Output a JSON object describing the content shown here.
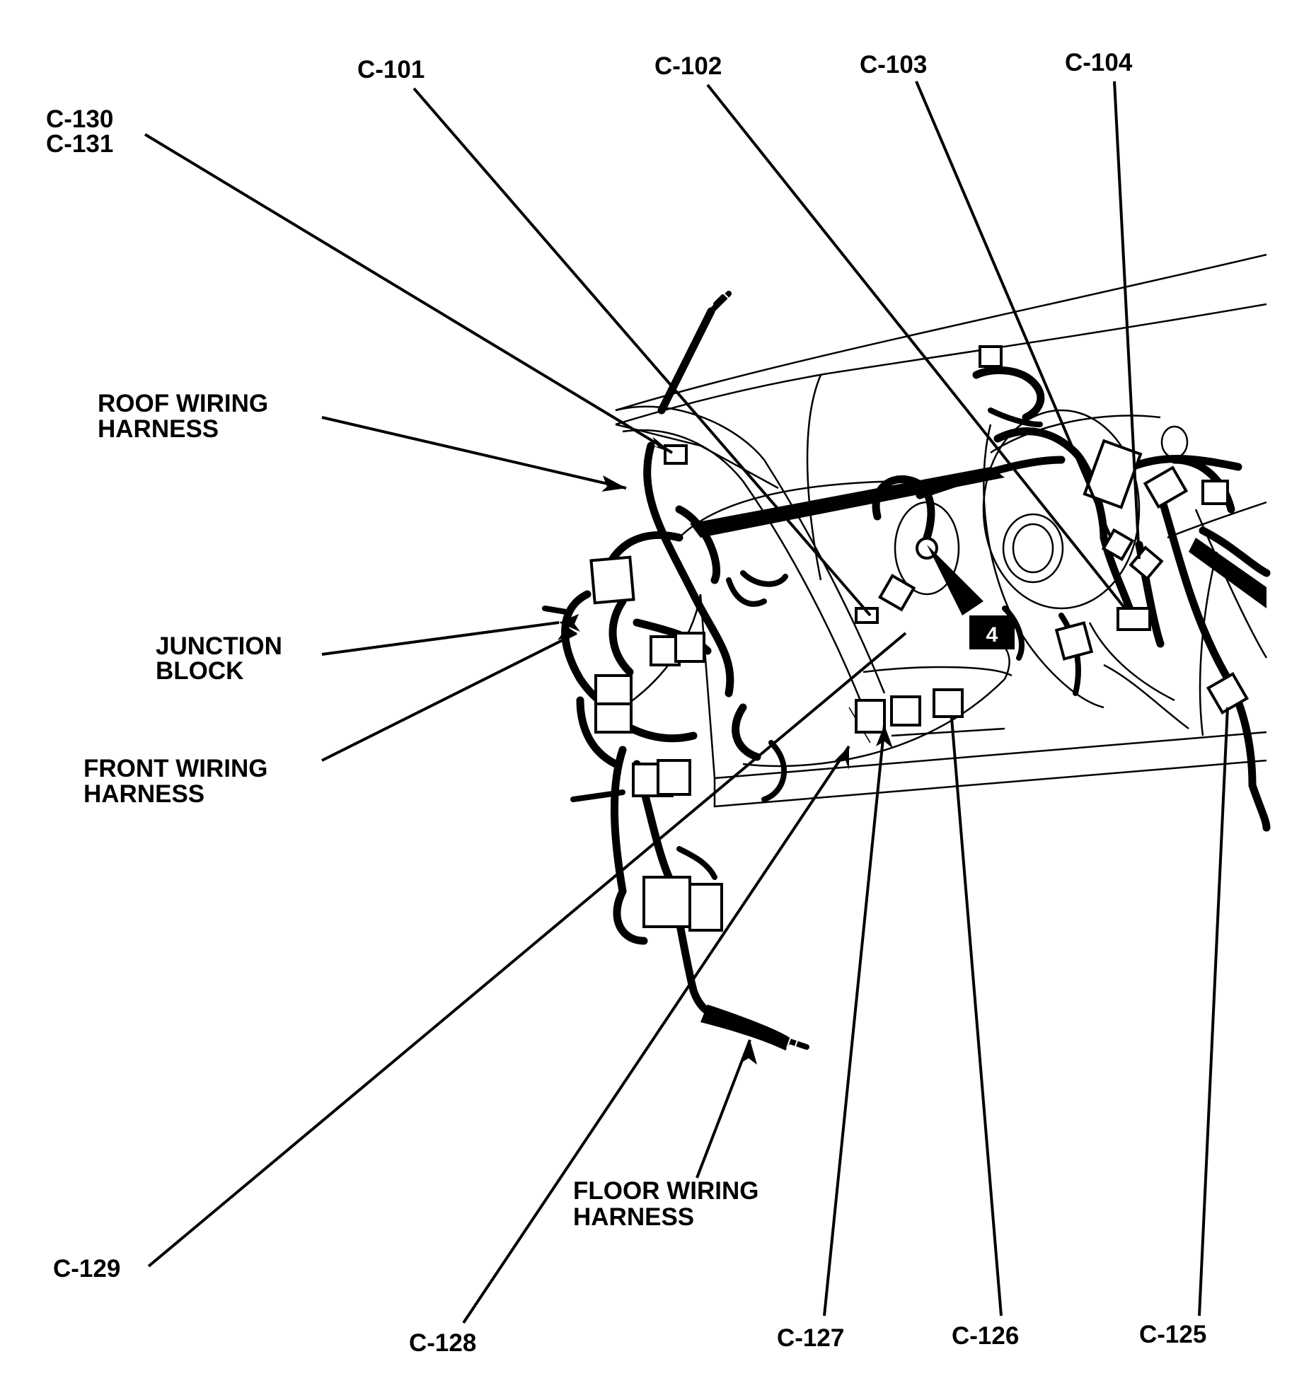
{
  "labels": {
    "c101": "C-101",
    "c102": "C-102",
    "c103": "C-103",
    "c104": "C-104",
    "c130": "C-130",
    "c131": "C-131",
    "roof_1": "ROOF WIRING",
    "roof_2": "HARNESS",
    "junction_1": "JUNCTION",
    "junction_2": "BLOCK",
    "front_1": "FRONT WIRING",
    "front_2": "HARNESS",
    "floor_1": "FLOOR WIRING",
    "floor_2": "HARNESS",
    "c129": "C-129",
    "c128": "C-128",
    "c127": "C-127",
    "c126": "C-126",
    "c125": "C-125",
    "callout": "4"
  }
}
